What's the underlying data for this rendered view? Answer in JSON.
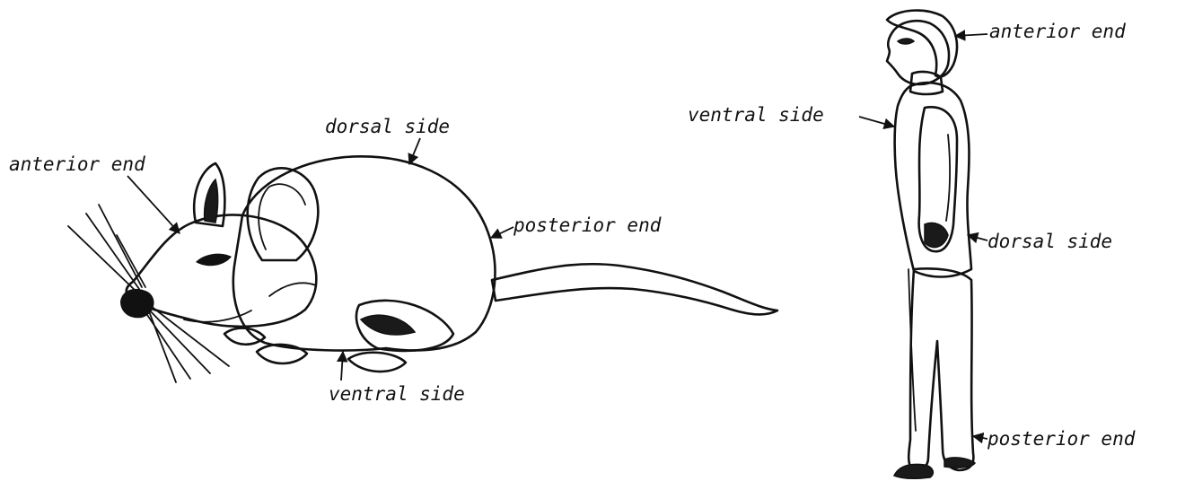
{
  "mouse": {
    "labels": {
      "anterior_end": "anterior end",
      "dorsal_side": "dorsal side",
      "posterior_end": "posterior end",
      "ventral_side": "ventral side"
    }
  },
  "human": {
    "labels": {
      "anterior_end": "anterior end",
      "ventral_side": "ventral side",
      "dorsal_side": "dorsal side",
      "posterior_end": "posterior end"
    }
  },
  "colors": {
    "ink": "#111111",
    "paper": "#ffffff"
  }
}
